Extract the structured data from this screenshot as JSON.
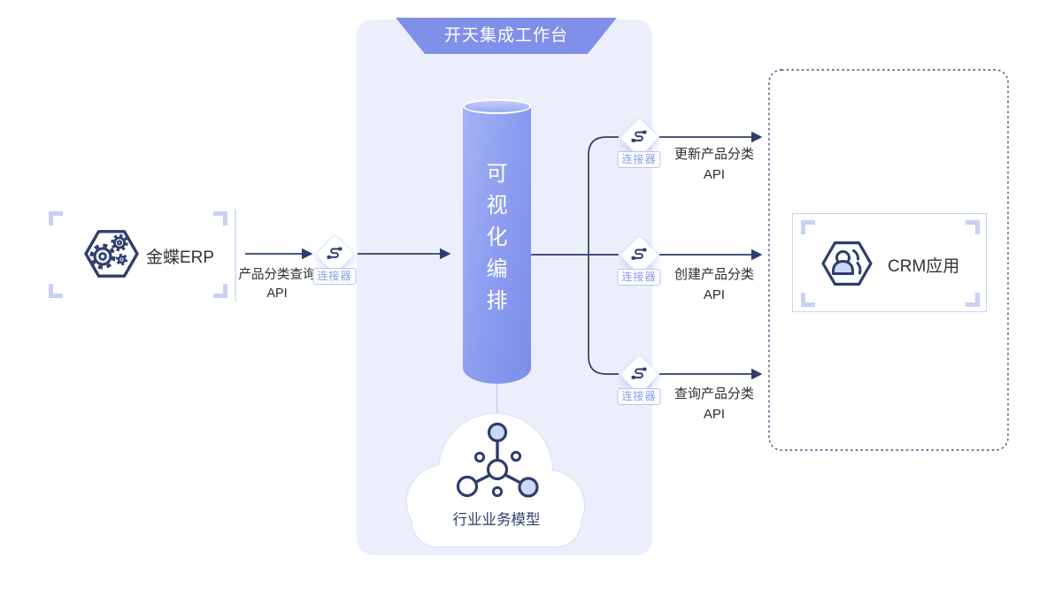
{
  "workbench_title": "开天集成工作台",
  "source": {
    "name": "金蝶ERP",
    "api": {
      "line1": "产品分类查询",
      "line2": "API"
    }
  },
  "connector_tag": "连接器",
  "orchestration_label": "可视化编排",
  "model_label": "行业业务模型",
  "crm_name": "CRM应用",
  "outputs": [
    {
      "line1": "更新产品分类",
      "line2": "API"
    },
    {
      "line1": "创建产品分类",
      "line2": "API"
    },
    {
      "line1": "查询产品分类",
      "line2": "API"
    }
  ],
  "colors": {
    "banner_accent": "#8090E9",
    "panel_bg": "#ECEFFB",
    "line_navy": "#2E3D6E",
    "cylinder_blue": "#8C9CF0",
    "tag_text": "#8B9CEE",
    "bracket_lavender": "#C8D1F3",
    "node_fill": "#CCD7F5"
  }
}
